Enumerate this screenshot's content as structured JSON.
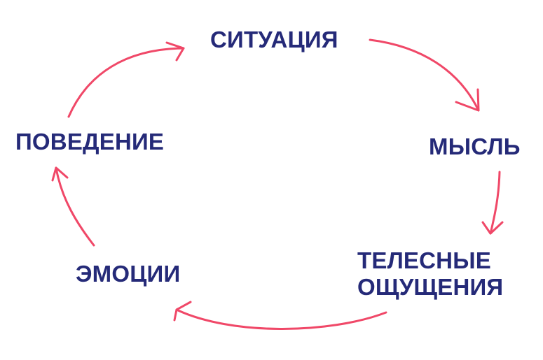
{
  "diagram": {
    "type": "cycle",
    "nodes": {
      "situation": {
        "label": "СИТУАЦИЯ"
      },
      "thought": {
        "label": "МЫСЛЬ"
      },
      "body": {
        "line1": "ТЕЛЕСНЫЕ",
        "line2": "ОЩУЩЕНИЯ"
      },
      "emotions": {
        "label": "ЭМОЦИИ"
      },
      "behavior": {
        "label": "ПОВЕДЕНИЕ"
      }
    },
    "edges": [
      {
        "from": "situation",
        "to": "thought"
      },
      {
        "from": "thought",
        "to": "body"
      },
      {
        "from": "body",
        "to": "emotions"
      },
      {
        "from": "emotions",
        "to": "behavior"
      },
      {
        "from": "behavior",
        "to": "situation"
      }
    ],
    "colors": {
      "label": "#252a78",
      "arrow": "#f04868"
    }
  }
}
